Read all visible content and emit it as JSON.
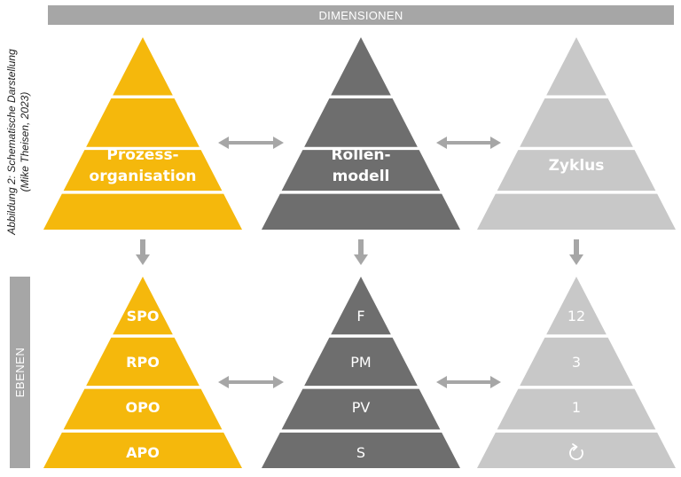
{
  "header": {
    "label": "DIMENSIONEN",
    "color": "#a6a6a6"
  },
  "side": {
    "label": "EBENEN",
    "color": "#a6a6a6"
  },
  "caption": {
    "line1": "Abbildung 2: Schematische Darstellung",
    "line2": "(Mike Theisen, 2023)"
  },
  "colors": {
    "yellow": "#f5b80c",
    "dark": "#6e6e6e",
    "light": "#c8c8c8",
    "arrow": "#a6a6a6"
  },
  "dimensions": [
    {
      "line1": "Prozess-",
      "line2": "organisation"
    },
    {
      "line1": "Rollen-",
      "line2": "modell"
    },
    {
      "line1": "Zyklus",
      "line2": ""
    }
  ],
  "levels": [
    [
      "SPO",
      "RPO",
      "OPO",
      "APO"
    ],
    [
      "F",
      "PM",
      "PV",
      "S"
    ],
    [
      "12",
      "3",
      "1",
      ""
    ]
  ],
  "icons": {
    "cycle": "refresh-icon"
  }
}
